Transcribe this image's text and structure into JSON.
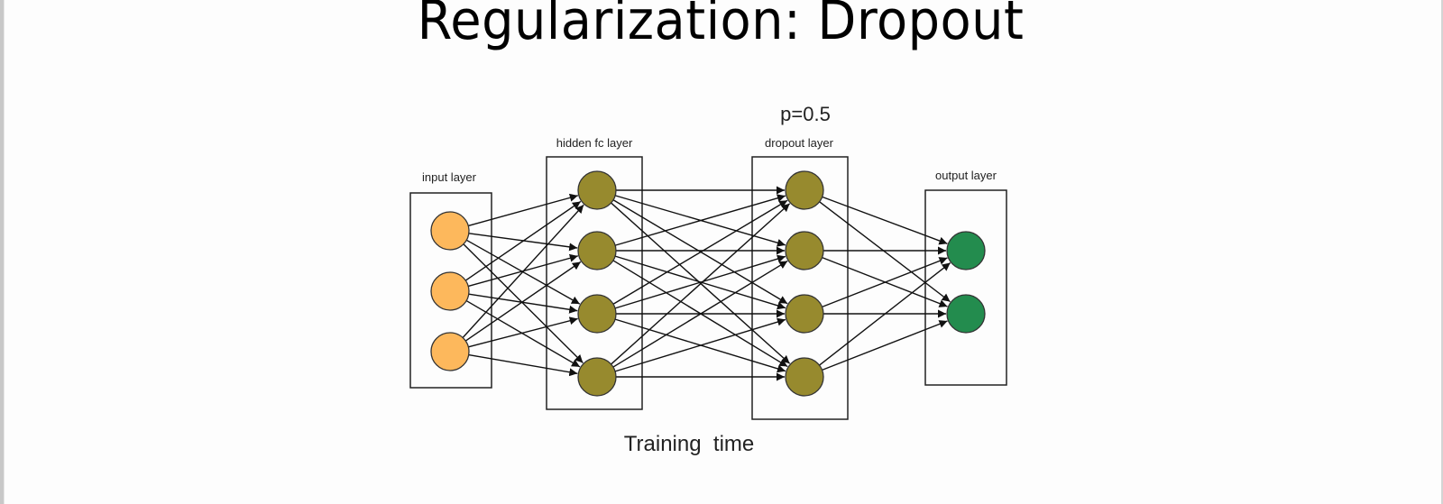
{
  "slide": {
    "title": "Regularization: Dropout"
  },
  "diagram": {
    "dropout_probability_label": "p=0.5",
    "caption": "Training  time",
    "colors": {
      "input": "#FDB85C",
      "hidden": "#978A2E",
      "dropout": "#978A2E",
      "output": "#238C4E",
      "edge": "#111111"
    },
    "layers": [
      {
        "id": "input",
        "label": "input layer",
        "nodes": 3
      },
      {
        "id": "hidden",
        "label": "hidden fc layer",
        "nodes": 4
      },
      {
        "id": "dropout",
        "label": "dropout layer",
        "nodes": 4
      },
      {
        "id": "output",
        "label": "output layer",
        "nodes": 2
      }
    ],
    "connections": [
      {
        "from": "input",
        "to": "hidden",
        "type": "fully-connected"
      },
      {
        "from": "hidden",
        "to": "dropout",
        "type": "fully-connected"
      },
      {
        "from": "dropout",
        "to": "output",
        "type": "fully-connected"
      }
    ]
  }
}
